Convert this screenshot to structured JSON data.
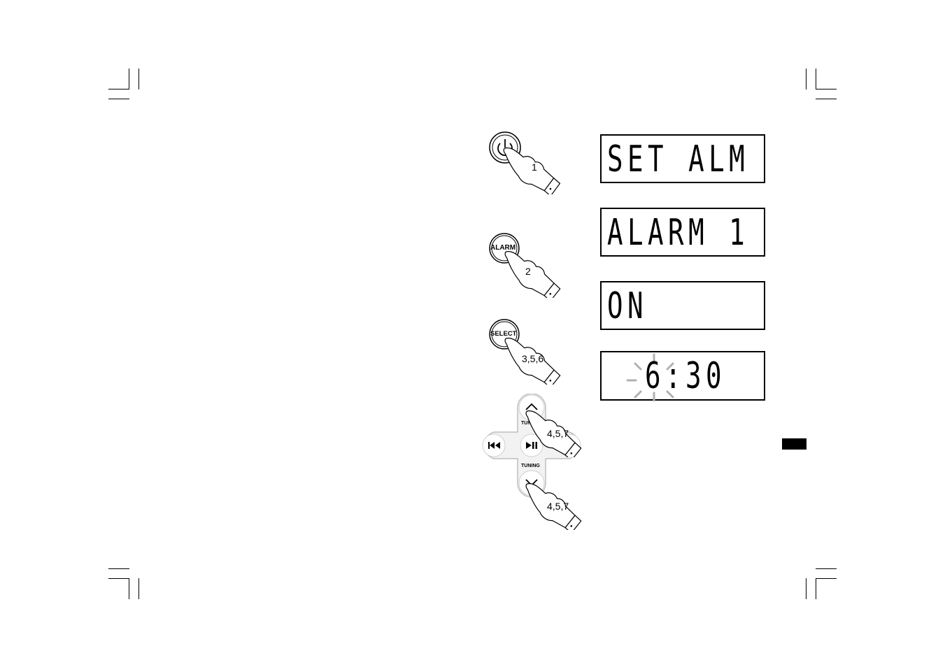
{
  "buttons": {
    "power": {
      "icon": "power-icon",
      "step": "1"
    },
    "alarm": {
      "label": "ALARM",
      "step": "2"
    },
    "select": {
      "label": "SELECT",
      "step": "3,5,6"
    },
    "dpad": {
      "up_label": "TUNING",
      "down_label": "TUNING",
      "up_step": "4,5,7",
      "down_step": "4,5,7"
    }
  },
  "displays": [
    {
      "text": "SET ALM"
    },
    {
      "text": "ALARM 1"
    },
    {
      "text": "ON"
    },
    {
      "text": "6:30"
    }
  ]
}
